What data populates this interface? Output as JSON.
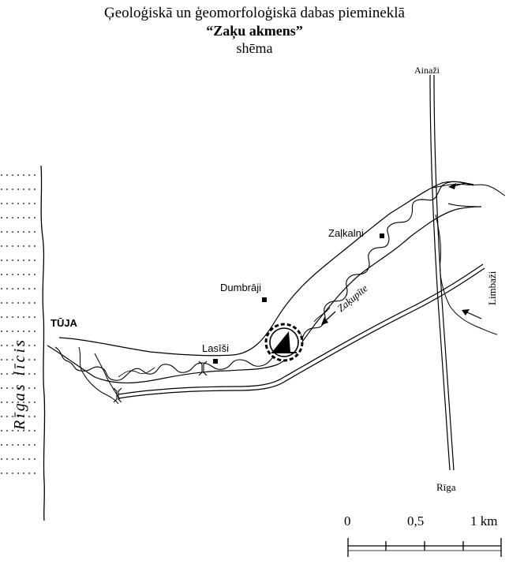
{
  "title": {
    "line1": "Ģeoloģiskā un ģeomorfoloģiskā dabas piemineklā",
    "line2": "“Zaķu akmens”",
    "line3": "shēma"
  },
  "labels": {
    "sea": "Rīgas līcis",
    "tuja": "TŪJA",
    "lasisi": "Lasīši",
    "dumbraji": "Dumbrāji",
    "zalkalni": "Zaļkalni",
    "zakupite": "Zaķupīte",
    "ainazi": "Ainaži",
    "riga": "Rīga",
    "limbazi": "Limbaži"
  },
  "scale": {
    "tick_labels": [
      "0",
      "0,5",
      "1 km"
    ]
  },
  "colors": {
    "ink": "#000000",
    "background": "#ffffff"
  },
  "icons": {
    "monument": "stone-monument-icon",
    "settlement": "square-marker-icon",
    "bridge": "bridge-icon",
    "flow": "flow-arrow-icon"
  }
}
